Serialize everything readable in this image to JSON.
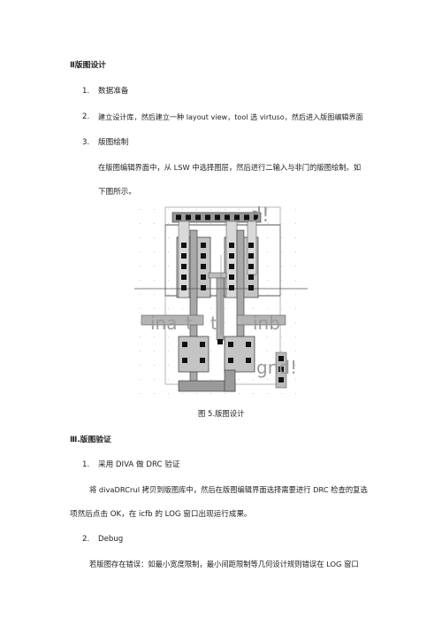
{
  "section2": {
    "heading": "Ⅱ版图设计"
  },
  "items": [
    {
      "num": "1.",
      "text": "数据准备"
    },
    {
      "num": "2.",
      "text": "建立设计库，然后建立一种 layout view，tool 选 virtuso，然后进入版图编辑界面"
    },
    {
      "num": "3.",
      "text": "版图绘制"
    }
  ],
  "para1": {
    "line1": "在版图编辑界面中，从 LSW 中选择图层，然后进行二输入与非门的版图绘制。如",
    "line2": "下图所示。"
  },
  "figure": {
    "labels": {
      "in_a": "ina",
      "in_b": "inb",
      "vdd_partial": "d!",
      "gnd": "gnd!",
      "t1": "t",
      "t2": "t"
    },
    "caption": "图 5.版图设计"
  },
  "section3": {
    "heading": "Ⅲ.版图验证"
  },
  "items3": [
    {
      "num": "1.",
      "text": "采用 DIVA 做 DRC 验证"
    }
  ],
  "para2": {
    "line1": "将 divaDRCrul 拷贝到版图库中，然后在版图编辑界面选择需要进行 DRC 检查的复选",
    "line2": "项然后点击 OK，在 icfb 的 LOG 窗口出现运行成果。"
  },
  "items4": [
    {
      "num": "2.",
      "text": "Debug"
    }
  ],
  "para3": {
    "line1": "若版图存在错误：如最小宽度限制，最小间距限制等几何设计规则错误在 LOG 窗口"
  }
}
